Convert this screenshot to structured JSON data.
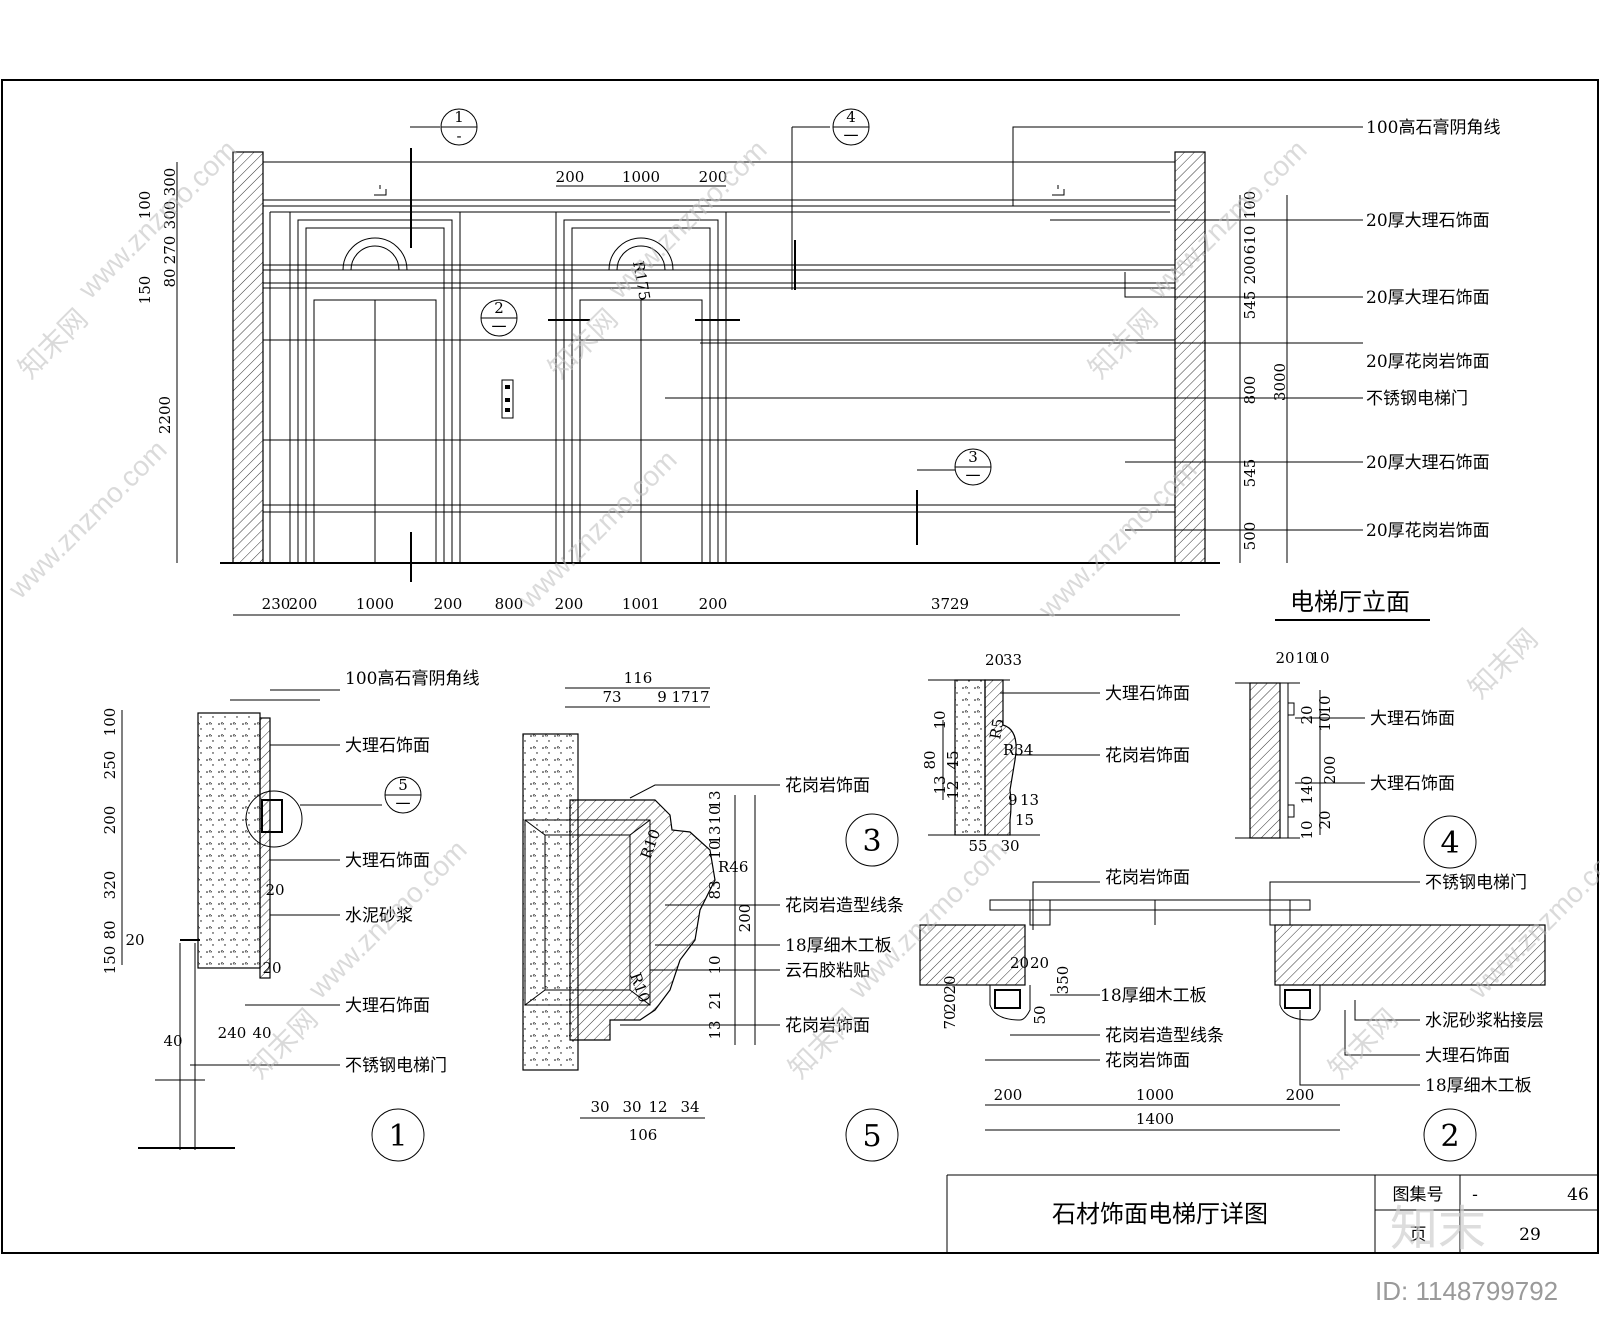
{
  "elevation": {
    "title": "电梯厅立面",
    "top_dims": [
      "200",
      "1000",
      "200"
    ],
    "bottom_dims": [
      "230",
      "200",
      "1000",
      "200",
      "800",
      "200",
      "1001",
      "200",
      "3729"
    ],
    "left_dims": [
      "300",
      "100",
      "300",
      "270",
      "150",
      "80",
      "2200"
    ],
    "right_dims": [
      "100",
      "610",
      "200",
      "545",
      "800",
      "545",
      "500"
    ],
    "overall_height": "3000",
    "radius_label": "R175",
    "callouts": [
      {
        "num": "1",
        "sub": "-"
      },
      {
        "num": "4",
        "sub": "一"
      },
      {
        "num": "2",
        "sub": "一"
      },
      {
        "num": "3",
        "sub": "一"
      }
    ],
    "annotations": [
      "100高石膏阴角线",
      "20厚大理石饰面",
      "20厚大理石饰面",
      "20厚花岗岩饰面",
      "不锈钢电梯门",
      "20厚大理石饰面",
      "20厚花岗岩饰面"
    ]
  },
  "detail1": {
    "number": "1",
    "dims": [
      "100",
      "250",
      "200",
      "320",
      "150",
      "80",
      "20",
      "20",
      "20",
      "240",
      "40",
      "40"
    ],
    "labels": [
      "100高石膏阴角线",
      "大理石饰面",
      "大理石饰面",
      "水泥砂浆",
      "大理石饰面",
      "不锈钢电梯门"
    ],
    "callout": {
      "num": "5",
      "sub": "一"
    }
  },
  "detail5": {
    "number": "5",
    "dims_top": [
      "116",
      "73",
      "9",
      "17",
      "17"
    ],
    "dims_bottom": [
      "30",
      "30",
      "12",
      "34",
      "106"
    ],
    "dims_right": [
      "13",
      "10",
      "13",
      "10",
      "83",
      "200",
      "10",
      "21",
      "13"
    ],
    "radii": [
      "R10",
      "R46",
      "R10"
    ],
    "labels": [
      "花岗岩饰面",
      "花岗岩造型线条",
      "18厚细木工板",
      "云石胶粘贴",
      "花岗岩饰面"
    ]
  },
  "detail3": {
    "number": "3",
    "dims": [
      "20",
      "33",
      "80",
      "12",
      "45",
      "13",
      "10",
      "R5",
      "R34",
      "9",
      "13",
      "15",
      "55",
      "30"
    ],
    "labels": [
      "大理石饰面",
      "花岗岩饰面"
    ]
  },
  "detail4": {
    "number": "4",
    "dims": [
      "20",
      "10",
      "10",
      "20",
      "10",
      "10",
      "140",
      "200",
      "10",
      "20"
    ],
    "labels": [
      "大理石饰面",
      "大理石饰面"
    ]
  },
  "detail2": {
    "number": "2",
    "dims": [
      "20",
      "20",
      "350",
      "20",
      "20",
      "70",
      "50",
      "200",
      "1000",
      "200",
      "1400"
    ],
    "labels": [
      "花岗岩饰面",
      "不锈钢电梯门",
      "18厚细木工板",
      "花岗岩造型线条",
      "花岗岩饰面",
      "水泥砂浆粘接层",
      "大理石饰面",
      "18厚细木工板"
    ]
  },
  "title_block": {
    "drawing_title": "石材饰面电梯厅详图",
    "atlas_label": "图集号",
    "atlas_value": "-",
    "atlas_number": "46",
    "page_label": "页",
    "page_value": "29"
  },
  "watermark": {
    "site": "www.znzmo.com",
    "brand": "知末网",
    "logo": "知末",
    "id": "ID: 1148799792"
  }
}
